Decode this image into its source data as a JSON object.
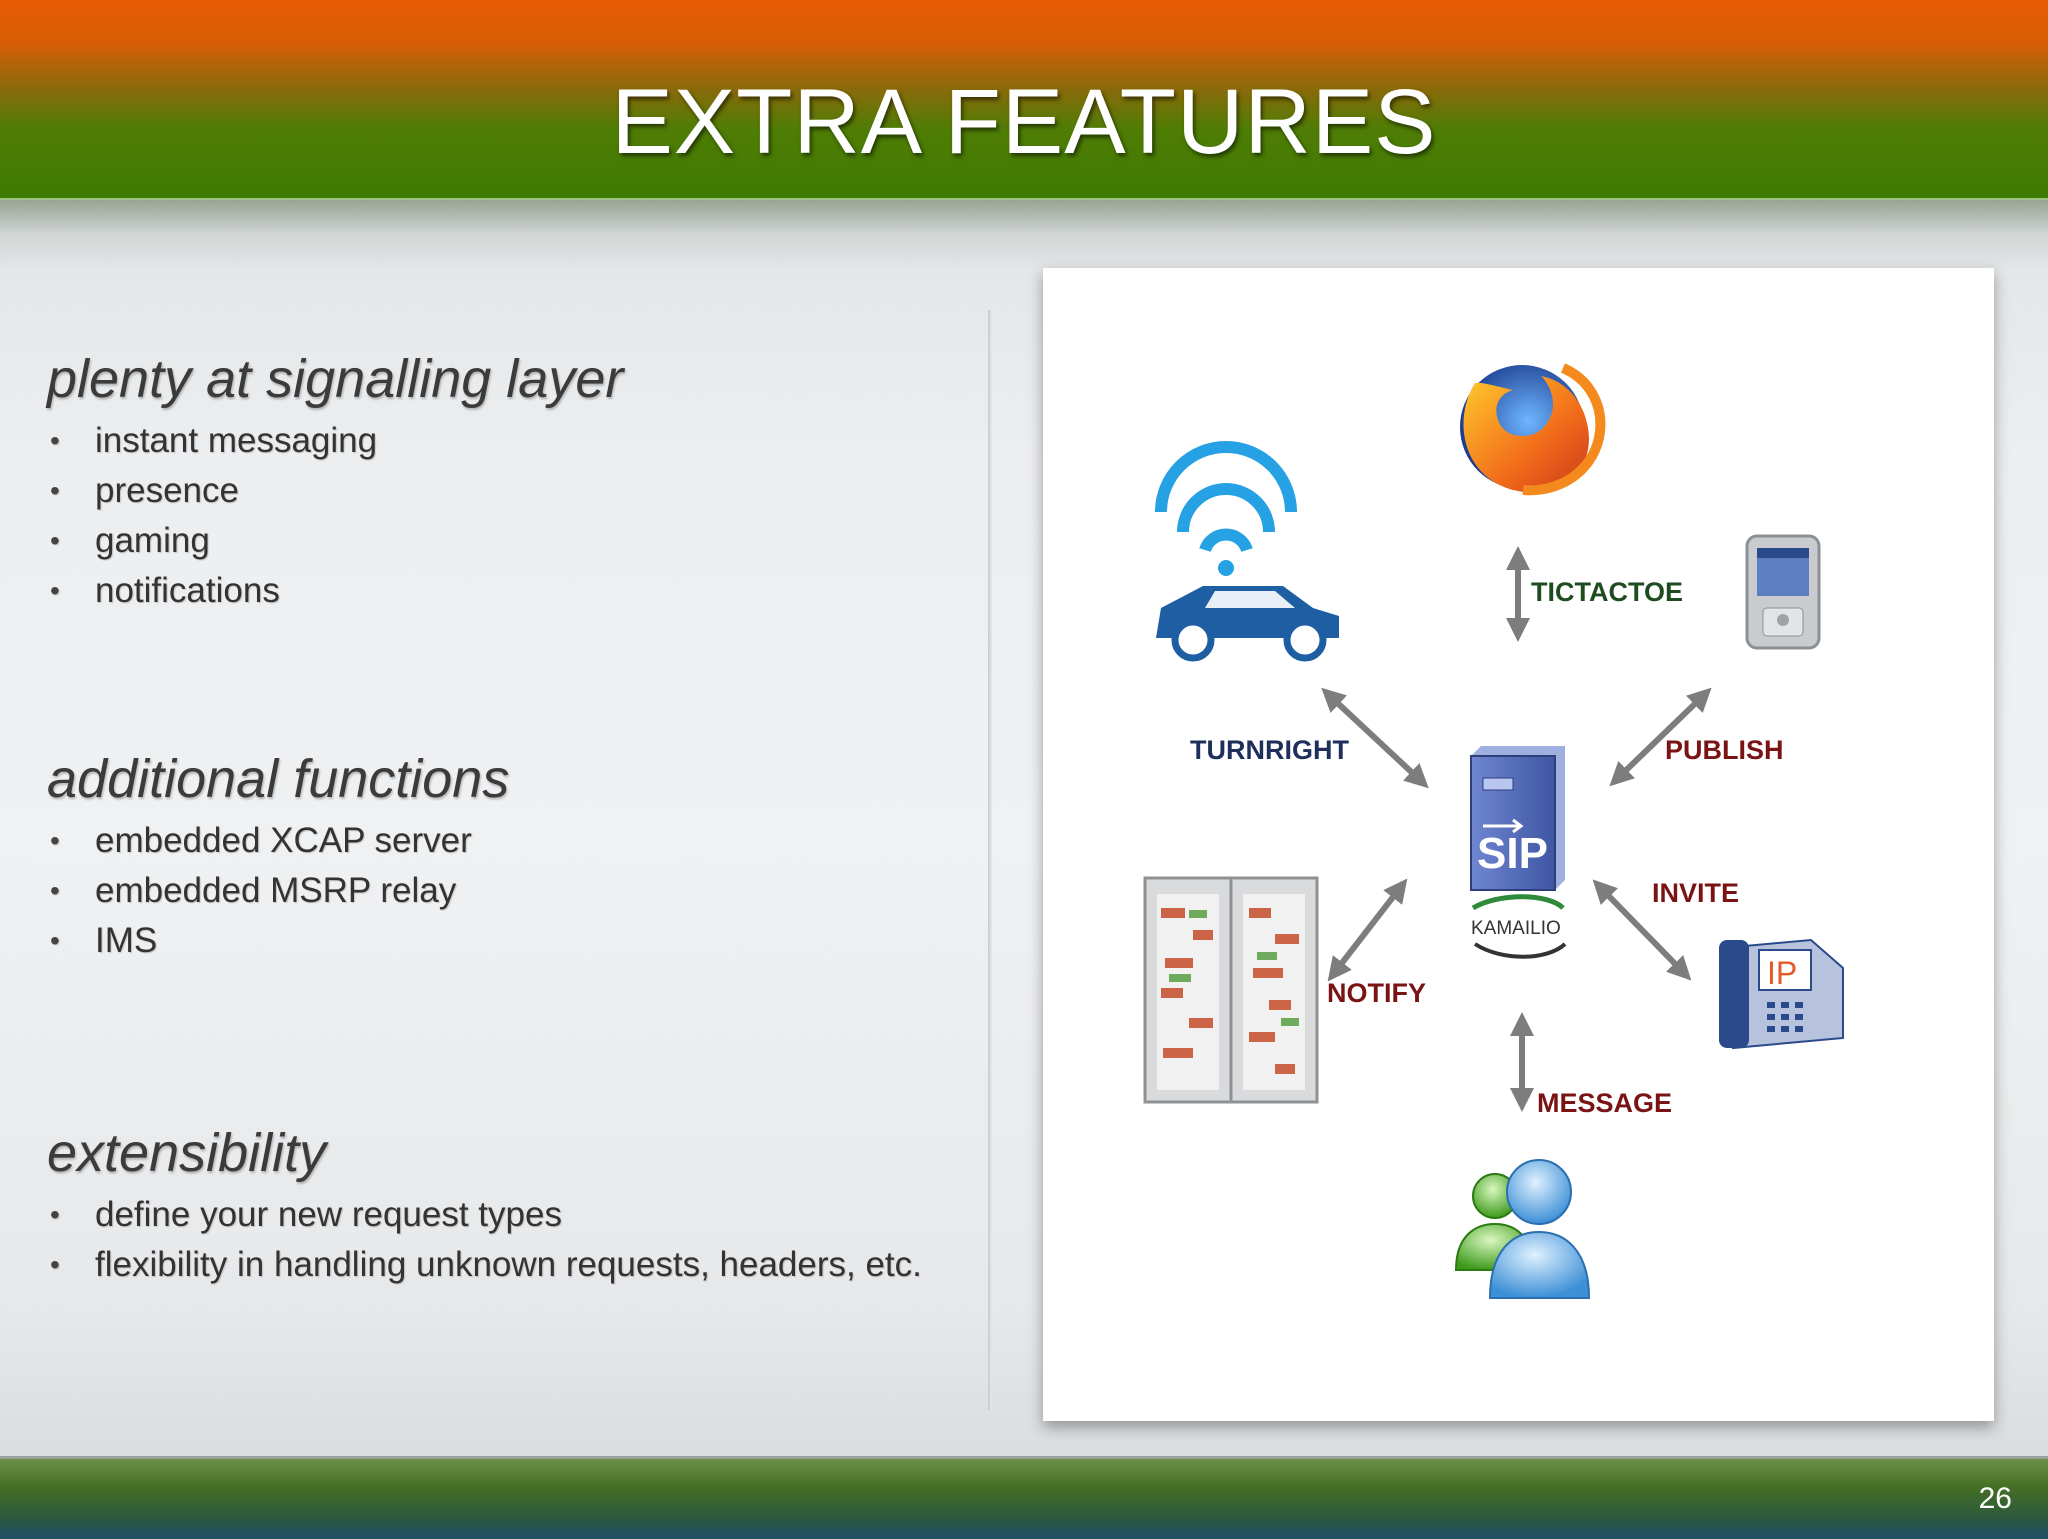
{
  "slide": {
    "title": "EXTRA FEATURES",
    "page_number": "26"
  },
  "sections": [
    {
      "heading": "plenty at signalling layer",
      "bullets": [
        "instant messaging",
        "presence",
        "gaming",
        "notifications"
      ]
    },
    {
      "heading": "additional functions",
      "bullets": [
        "embedded XCAP server",
        "embedded MSRP relay",
        "IMS"
      ]
    },
    {
      "heading": "extensibility",
      "bullets": [
        "define your new request types",
        "flexibility in handling unknown requests, headers, etc."
      ]
    }
  ],
  "diagram": {
    "server": {
      "label_sip": "SIP",
      "label_kamailio": "KAMAILIO"
    },
    "messages": {
      "tictactoe": "TICTACTOE",
      "turnright": "TURNRIGHT",
      "publish": "PUBLISH",
      "invite": "INVITE",
      "notify": "NOTIFY",
      "message": "MESSAGE"
    },
    "ip_phone_label": "IP",
    "colors": {
      "dark_blue": "#1f2f5c",
      "dark_red": "#7a1414",
      "dark_green": "#1e4b20",
      "arrow_gray": "#7d7d7d"
    }
  }
}
